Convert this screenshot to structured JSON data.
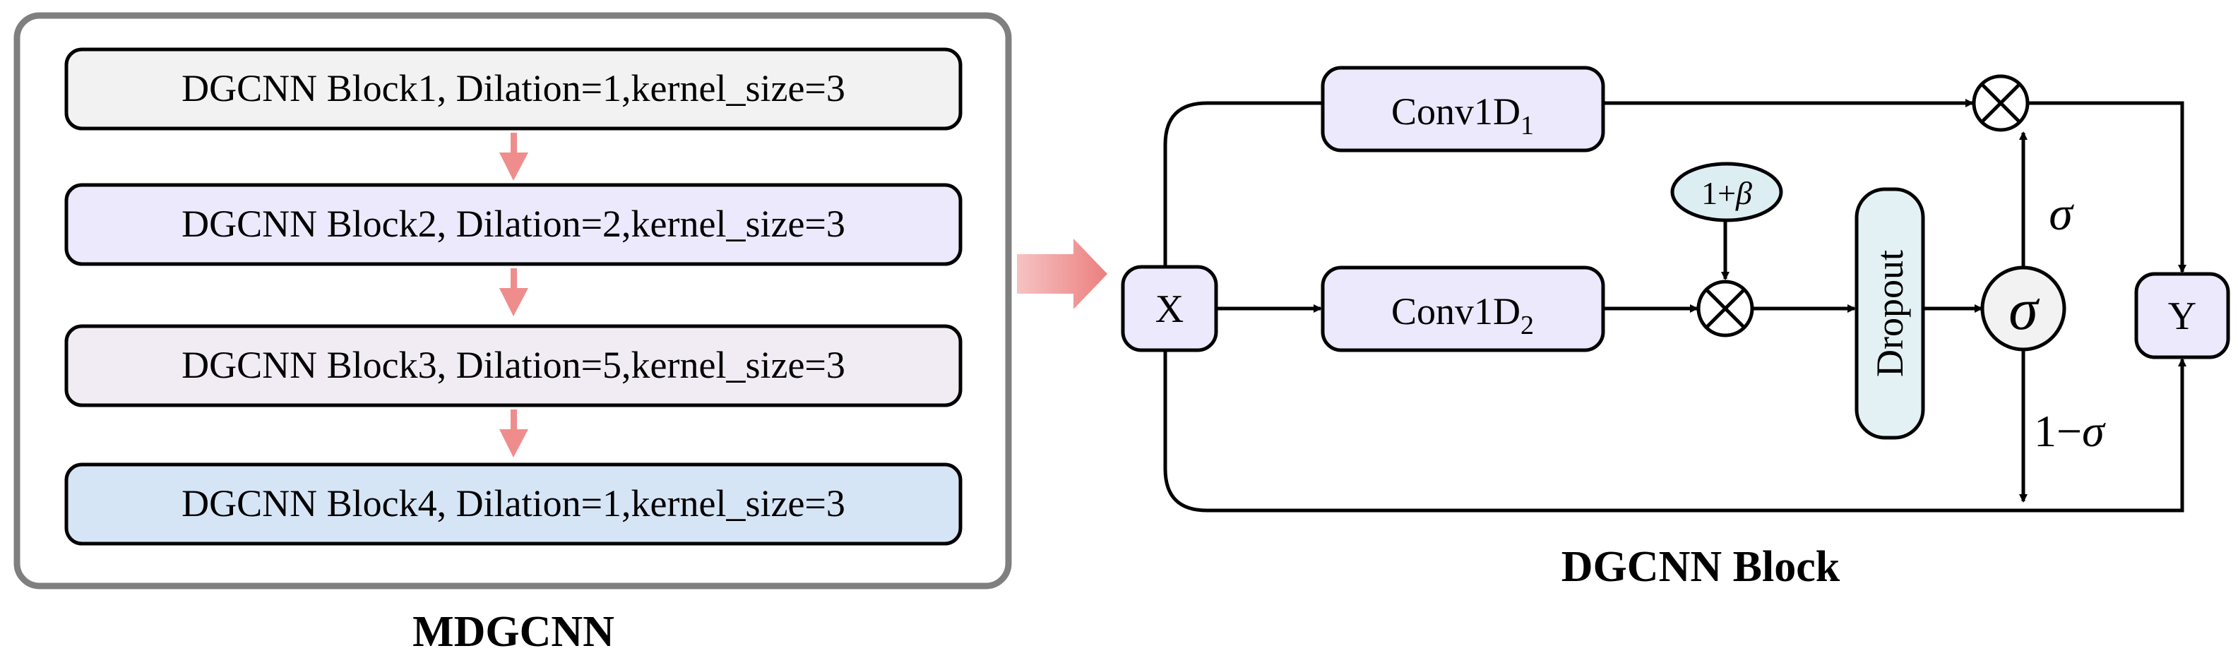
{
  "left_panel": {
    "title": "MDGCNN",
    "blocks": [
      {
        "label": "DGCNN Block1, Dilation=1,kernel_size=3",
        "fill": "#f2f2f2"
      },
      {
        "label": "DGCNN Block2, Dilation=2,kernel_size=3",
        "fill": "#ebe9fb"
      },
      {
        "label": "DGCNN Block3, Dilation=5,kernel_size=3",
        "fill": "#f1ecf3"
      },
      {
        "label": "DGCNN Block4, Dilation=1,kernel_size=3",
        "fill": "#d6e5f5"
      }
    ]
  },
  "right_panel": {
    "title": "DGCNN Block",
    "input_label": "X",
    "output_label": "Y",
    "conv1": {
      "main": "Conv1D",
      "sub": "1"
    },
    "conv2": {
      "main": "Conv1D",
      "sub": "2"
    },
    "beta": {
      "main": "1+",
      "symbol": "β"
    },
    "dropout_label": "Dropout",
    "sigma_label": "σ",
    "gate_sigma_label": "σ",
    "one_minus_sigma": {
      "one": "1",
      "minus": "−",
      "sigma": "σ"
    },
    "multiply_symbol": "⊗"
  },
  "colors": {
    "block_stroke": "#000000",
    "panel_stroke": "#7f7f7f",
    "arrow_pink": "#ef8d8d",
    "node_fill": "#ebe9fb",
    "beta_fill": "#ddeef3",
    "dropout_fill": "#e3f1f4",
    "sigma_fill": "#f2f2f2"
  }
}
